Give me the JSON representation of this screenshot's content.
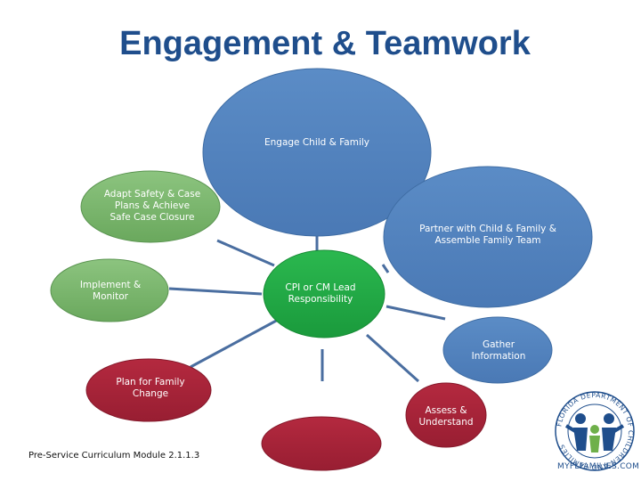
{
  "title": "Engagement & Teamwork",
  "colors": {
    "blue": "#4f81bd",
    "green_light": "#77b56b",
    "green_center": "#21a845",
    "red": "#a52438",
    "connector": "#4a6ea0",
    "title": "#1f4e8c"
  },
  "nodes": {
    "engage": "Engage Child & Family",
    "partner": "Partner with Child & Family & Assemble Family Team",
    "gather": "Gather Information",
    "assess": "Assess & Understand",
    "plan": "Plan for Family Change",
    "implement": "Implement & Monitor",
    "adapt": "Adapt Safety & Case Plans & Achieve Safe Case Closure",
    "center": "CPI or CM Lead Responsibility"
  },
  "footer": "Pre-Service Curriculum Module 2.1.1.3",
  "logo": {
    "ring_text": "FLORIDA DEPARTMENT OF CHILDREN AND FAMILIES",
    "caption": "MYFLFAMILIES.COM",
    "icon": "family-figures-icon"
  }
}
